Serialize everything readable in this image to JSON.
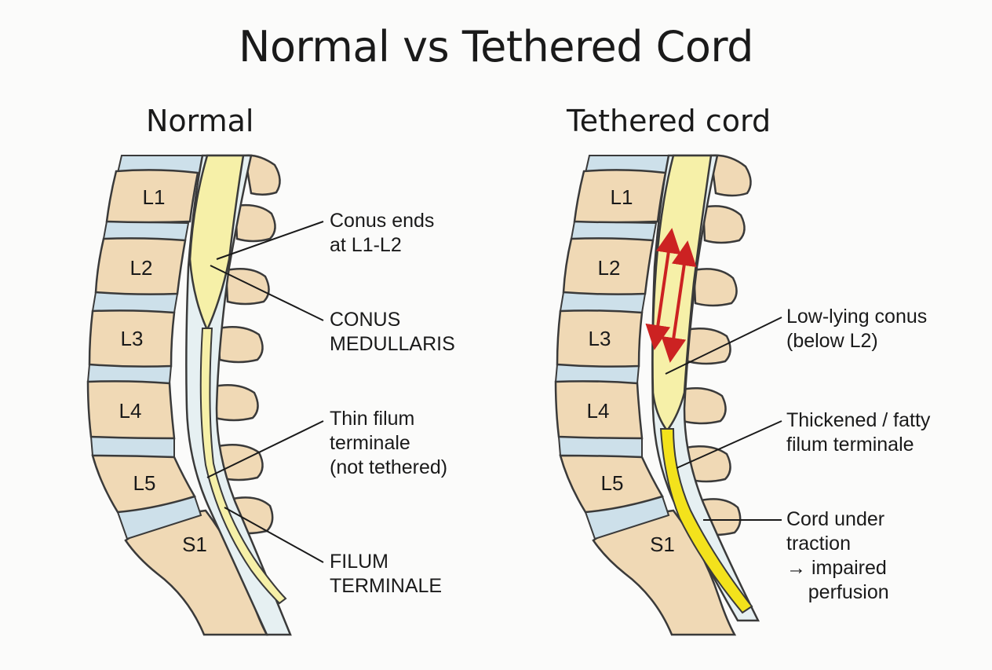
{
  "title": "Normal vs Tethered Cord",
  "panels": {
    "normal": {
      "heading": "Normal",
      "vertebrae": [
        "L1",
        "L2",
        "L3",
        "L4",
        "L5",
        "S1"
      ],
      "labels": {
        "conus_ends": "Conus ends\nat L1-L2",
        "conus_medullaris": "CONUS\nMEDULLARIS",
        "thin_filum": "Thin filum\nterminale\n(not tethered)",
        "filum_terminale": "FILUM\nTERMINALE"
      }
    },
    "tethered": {
      "heading": "Tethered cord",
      "vertebrae": [
        "L1",
        "L2",
        "L3",
        "L4",
        "L5",
        "S1"
      ],
      "labels": {
        "low_conus": "Low-lying conus\n(below L2)",
        "thick_filum": "Thickened / fatty\nfilum terminale",
        "traction": "Cord under\ntraction\n→ impaired\n    perfusion"
      }
    }
  },
  "colors": {
    "bone": "#f0d9b5",
    "disc": "#cde0ea",
    "cord": "#f6f0a8",
    "fatty_filum": "#f3e21c",
    "csf": "#e6f0f2",
    "outline": "#3a3a3a",
    "traction_arrow": "#cc2222"
  }
}
